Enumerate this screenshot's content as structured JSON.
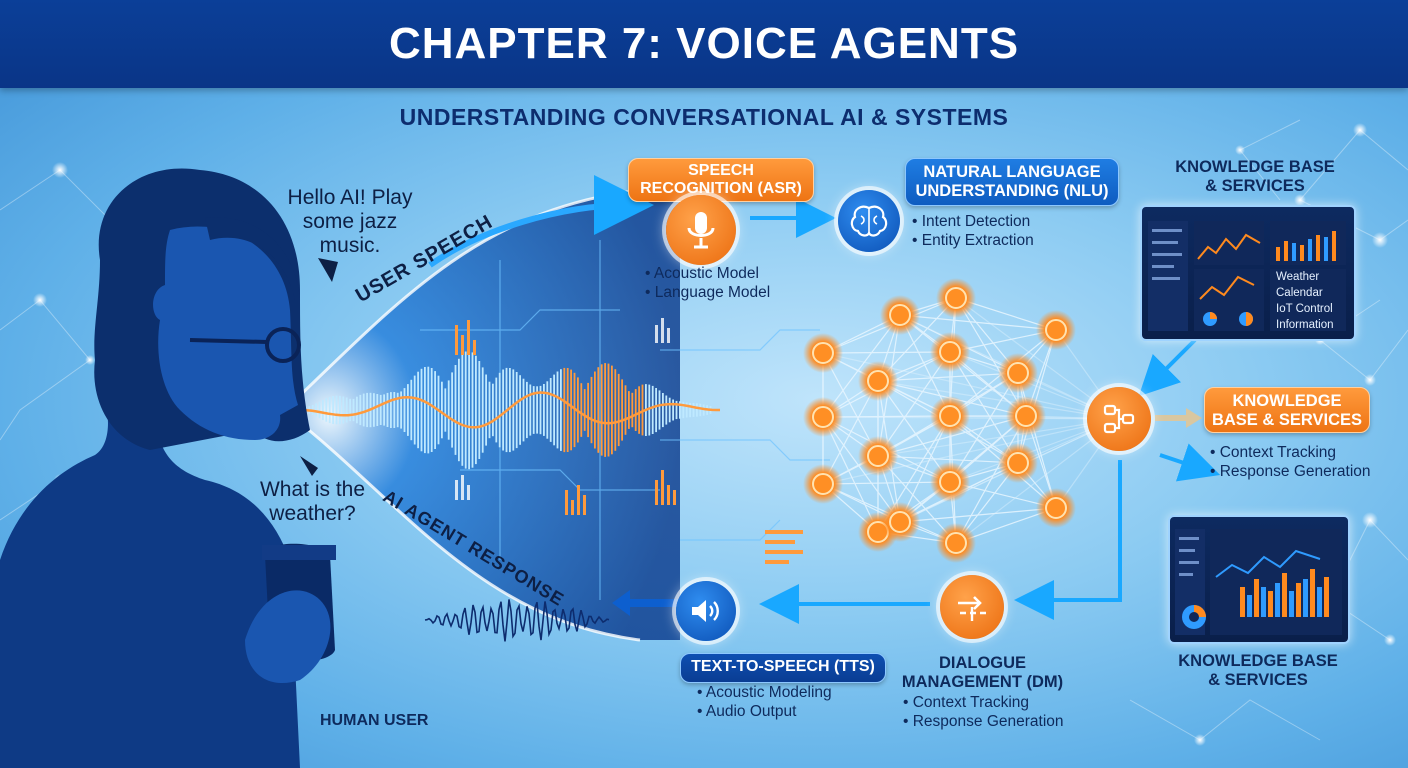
{
  "title": "CHAPTER 7: VOICE AGENTS",
  "subtitle": "UNDERSTANDING CONVERSATIONAL AI & SYSTEMS",
  "user": {
    "label": "HUMAN USER",
    "bubble_1_lines": [
      "Hello AI! Play",
      "some jazz",
      "music."
    ],
    "bubble_2_lines": [
      "What is the",
      "weather?"
    ],
    "speech_label": "USER SPEECH",
    "response_label": "AI AGENT RESPONSE"
  },
  "asr": {
    "title_lines": [
      "SPEECH",
      "RECOGNITION (ASR)"
    ],
    "bullets": [
      "Acoustic Model",
      "Language Model"
    ],
    "icon": "microphone-icon"
  },
  "nlu": {
    "title_lines": [
      "NATURAL LANGUAGE",
      "UNDERSTANDING (NLU)"
    ],
    "bullets": [
      "Intent Detection",
      "Entity Extraction"
    ],
    "icon": "brain-icon"
  },
  "kb_top": {
    "title_lines": [
      "KNOWLEDGE BASE",
      "& SERVICES"
    ],
    "dashboard_items": [
      "Weather",
      "Calendar",
      "IoT Control",
      "Information"
    ]
  },
  "kb_mid": {
    "title_lines": [
      "KNOWLEDGE",
      "BASE & SERVICES"
    ],
    "bullets": [
      "Context Tracking",
      "Response Generation"
    ],
    "icon": "flow-icon"
  },
  "kb_bottom": {
    "title_lines": [
      "KNOWLEDGE BASE",
      "& SERVICES"
    ]
  },
  "dm": {
    "title_lines": [
      "DIALOGUE",
      "MANAGEMENT (DM)"
    ],
    "bullets": [
      "Context Tracking",
      "Response Generation"
    ],
    "icon": "decision-icon"
  },
  "tts": {
    "title": "TEXT-TO-SPEECH (TTS)",
    "bullets": [
      "Acoustic Modeling",
      "Audio Output"
    ],
    "icon": "speaker-icon"
  },
  "colors": {
    "banner": "#0a3587",
    "accent_orange": "#ee7414",
    "accent_blue": "#0e5cc0",
    "text_dark": "#0e2a5c"
  }
}
